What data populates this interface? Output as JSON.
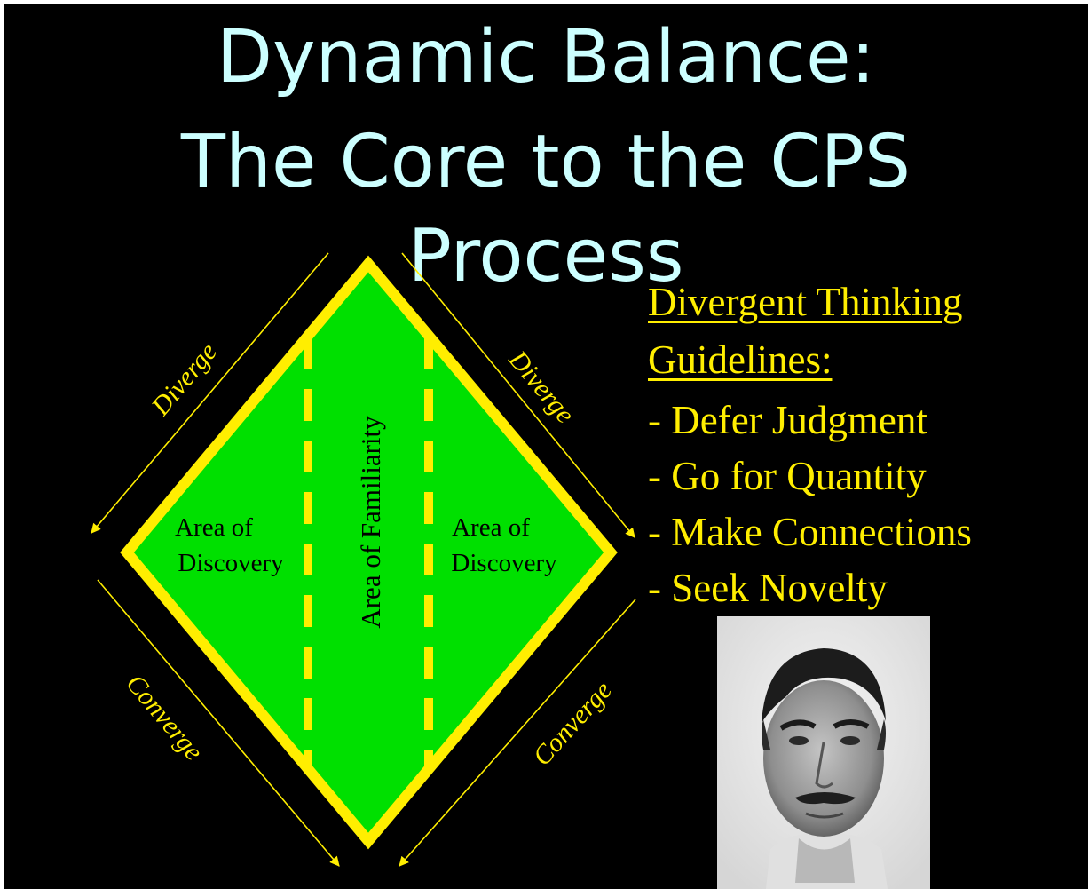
{
  "slide": {
    "title_line_1": "Dynamic Balance:",
    "title_line_2": "The Core to the CPS",
    "title_line_3": "Process",
    "title_color": "#ccffff",
    "background_color": "#000000"
  },
  "diagram": {
    "fill_color": "#00e000",
    "border_color": "#ffee00",
    "arrow_label_color": "#ffee00",
    "left_region_line_1": "Area of",
    "left_region_line_2": "Discovery",
    "center_region": "Area of Familiarity",
    "right_region_line_1": "Area of",
    "right_region_line_2": "Discovery",
    "top_left_arrow": "Diverge",
    "top_right_arrow": "Diverge",
    "bottom_left_arrow": "Converge",
    "bottom_right_arrow": "Converge"
  },
  "guidelines": {
    "heading_line_1": "Divergent Thinking",
    "heading_line_2": "Guidelines:",
    "items": [
      "- Defer Judgment",
      "- Go for Quantity",
      "- Make Connections",
      "- Seek Novelty"
    ],
    "text_color": "#ffee00"
  },
  "portrait": {
    "icon": "portrait-photo"
  }
}
